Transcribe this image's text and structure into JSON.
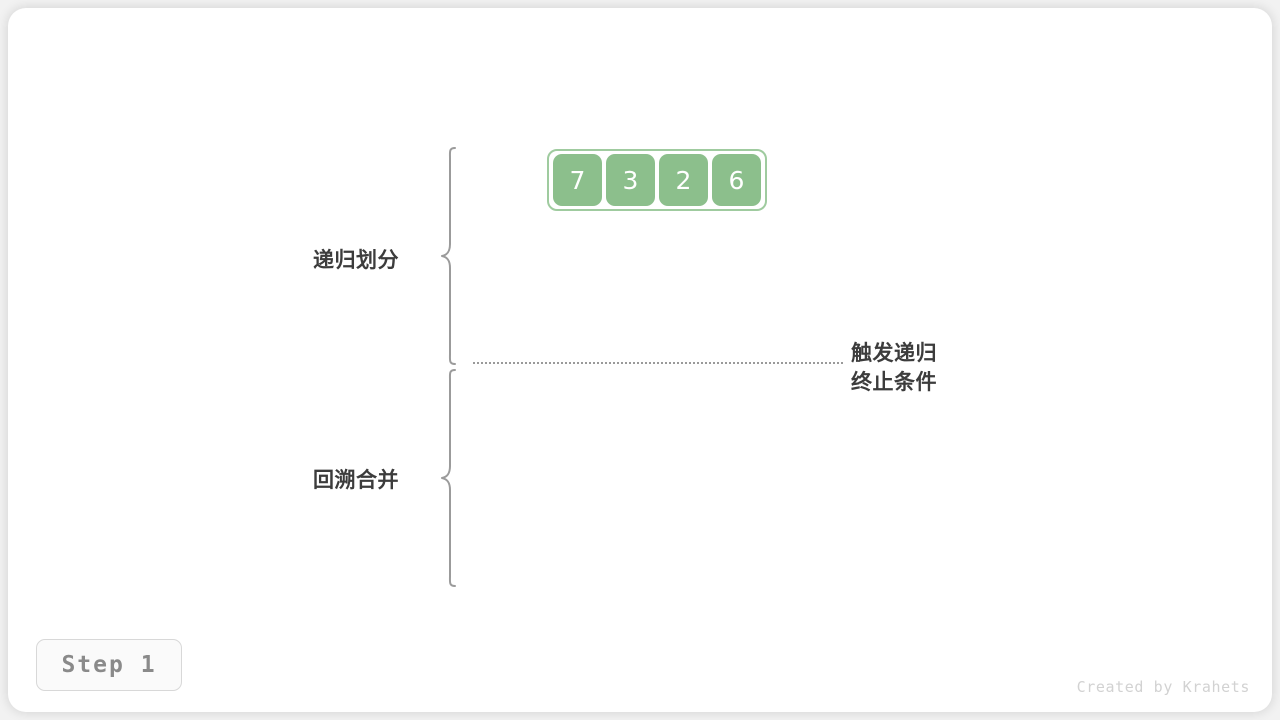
{
  "figure": {
    "title": "Merge sort recursive divide and merge illustration",
    "background_color": "#f2f2f2",
    "card_color": "#ffffff"
  },
  "array": {
    "values": [
      "7",
      "3",
      "2",
      "6"
    ],
    "cell_color": "#8cbf8c",
    "cell_text_color": "#ffffff",
    "container_border_color": "#9fcb9f"
  },
  "labels": {
    "divide": "递归划分",
    "merge": "回溯合并",
    "text_color": "#3c3c3c"
  },
  "base_case": {
    "line1": "触发递归",
    "line2": "终止条件"
  },
  "divider": {
    "style": "dotted",
    "color": "#9a9a9a"
  },
  "step": {
    "label": "Step 1"
  },
  "watermark": {
    "text": "Created by Krahets",
    "color": "#d2d2d2"
  }
}
